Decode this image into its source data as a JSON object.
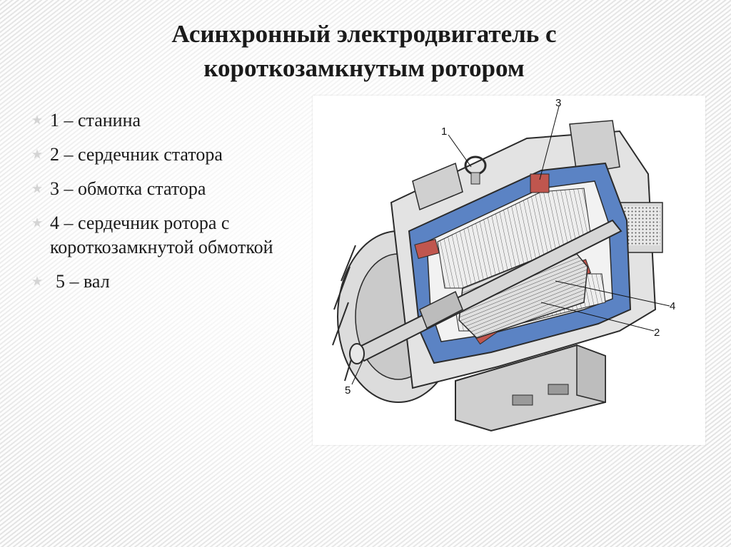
{
  "title": {
    "line1": "Асинхронный электродвигатель с",
    "line2": "короткозамкнутым ротором"
  },
  "legend": [
    {
      "text": "1 – станина"
    },
    {
      "text": "2 – сердечник статора"
    },
    {
      "text": "3 – обмотка статора"
    },
    {
      "text": "4 – сердечник ротора с короткозамкнутой обмоткой"
    },
    {
      "text": "5 – вал"
    }
  ],
  "figure": {
    "callouts": [
      "1",
      "2",
      "3",
      "4",
      "5"
    ],
    "colors": {
      "frame_cut": "#5b83c4",
      "winding": "#c0564e",
      "metal": "#d9d9d9",
      "outline": "#2b2b2b"
    }
  }
}
